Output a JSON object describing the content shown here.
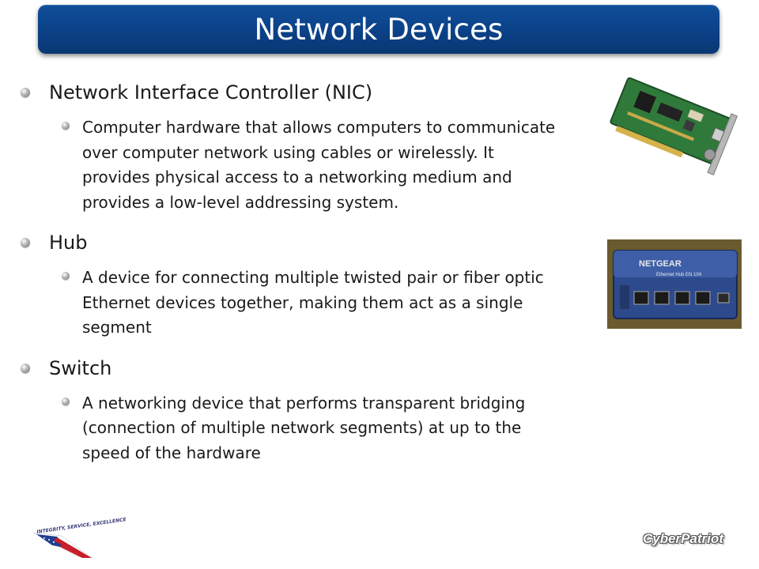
{
  "slide": {
    "title": "Network Devices"
  },
  "items": [
    {
      "heading": "Network Interface Controller (NIC)",
      "description": "Computer hardware that allows computers to communicate over computer network using cables or wirelessly. It provides physical access to a networking medium and provides a low-level addressing system."
    },
    {
      "heading": "Hub",
      "description": "A device for connecting multiple twisted pair or fiber optic Ethernet devices together, making them act as a single segment"
    },
    {
      "heading": "Switch",
      "description": "A networking device that performs transparent bridging (connection of multiple network segments) at up to the speed of the hardware"
    }
  ],
  "images": {
    "hub_brand": "NETGEAR",
    "hub_model": "Ethernet Hub EN 104"
  },
  "footer": {
    "logo_motto": "INTEGRITY, SERVICE, EXCELLENCE",
    "brand": "CyberPatriot"
  }
}
